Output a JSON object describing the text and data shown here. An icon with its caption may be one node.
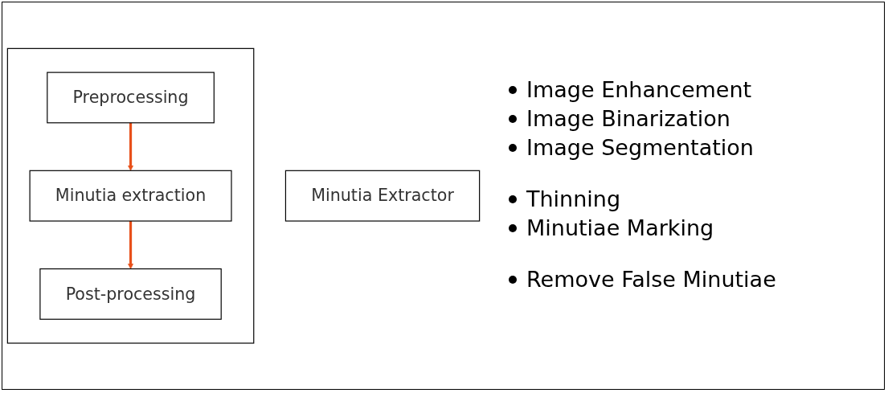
{
  "diagram": {
    "nodes": [
      {
        "text": [
          "Minutia Extractor"
        ]
      },
      {
        "text": [],
        "shape": "box"
      },
      {
        "text": [
          "Preprocessing"
        ],
        "in": 1
      },
      {
        "text": [
          "Minutia extraction"
        ],
        "in": 1
      },
      {
        "text": [
          "Post-processing"
        ],
        "in": 1
      }
    ],
    "edges": [
      {
        "from": 2,
        "to": 3,
        "arrow": "to"
      },
      {
        "from": 3,
        "to": 4,
        "arrow": "to"
      }
    ],
    "labels": [
      "Image Enhancement",
      "Image Binarization",
      "Image Segmentation",
      "Thinning",
      "Minutiae Marking",
      "Remove False Minutiae"
    ]
  }
}
